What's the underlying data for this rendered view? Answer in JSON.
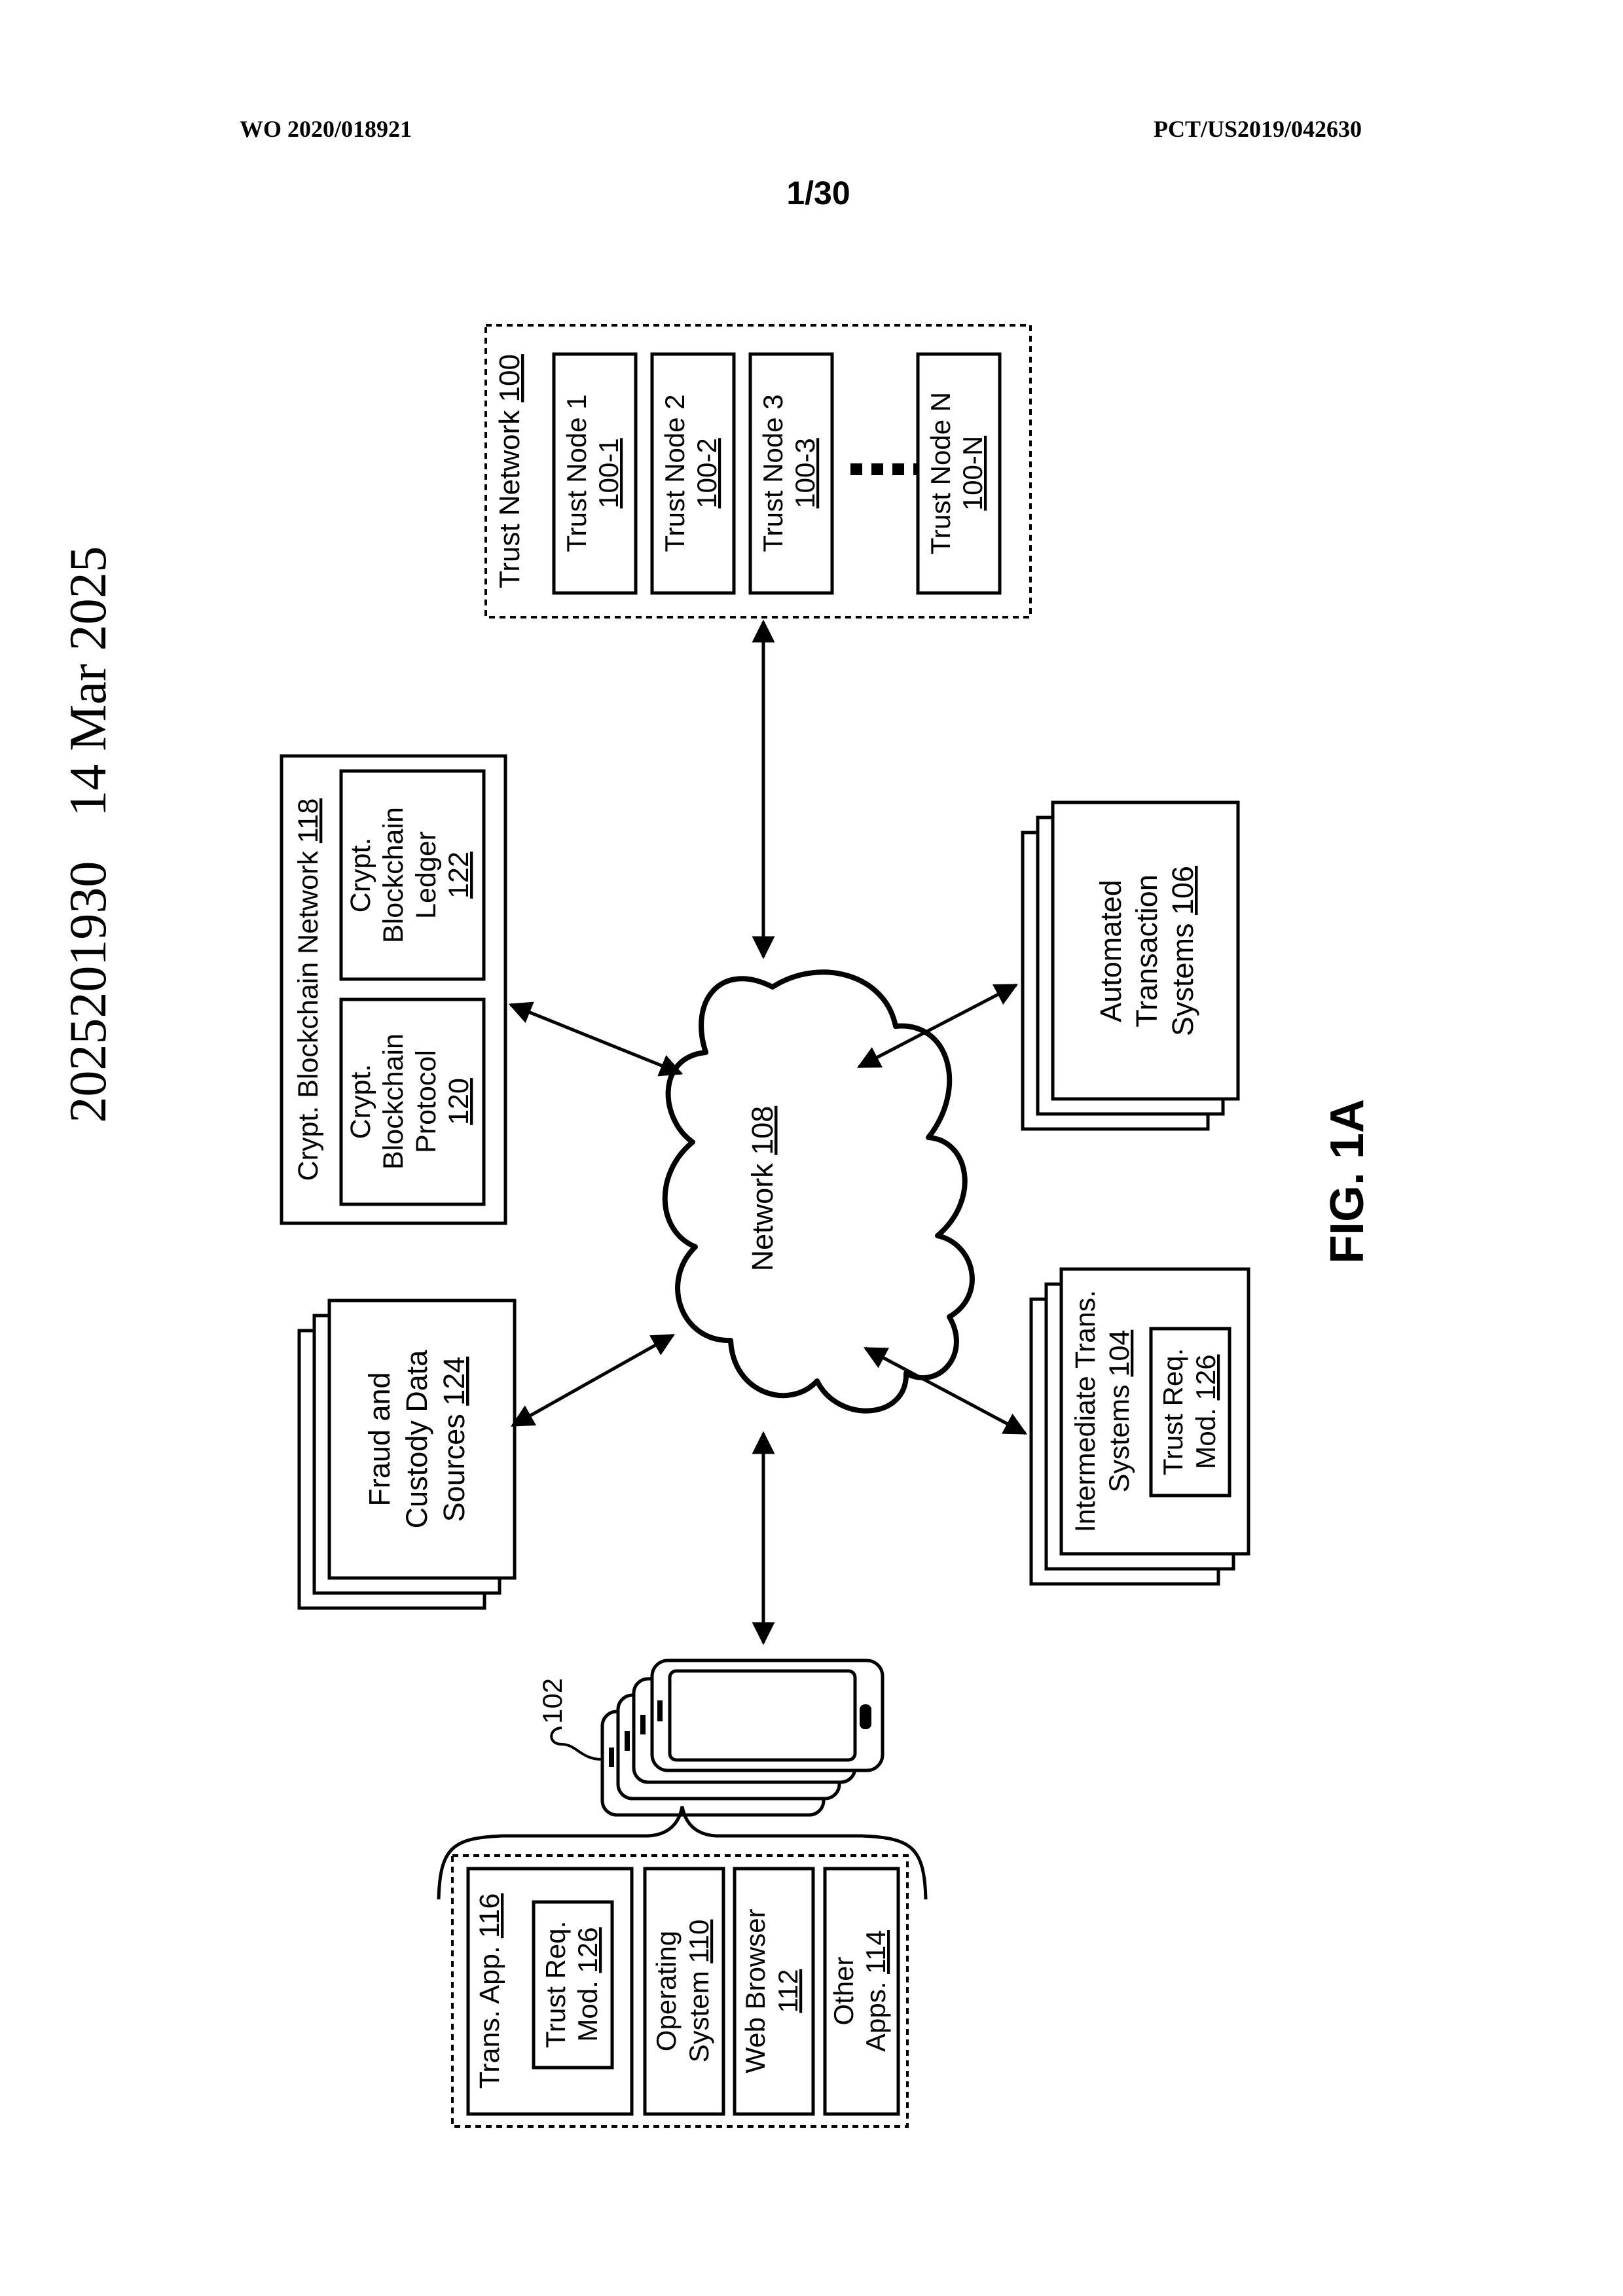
{
  "header": {
    "publication_number": "WO 2020/018921",
    "application_number": "PCT/US2019/042630",
    "sheet": "1/30"
  },
  "side_stamp": {
    "doc_number": "2025201930",
    "date": "14 Mar 2025"
  },
  "figure": {
    "label": "FIG. 1A",
    "network": {
      "name": "Network",
      "ref": "108"
    },
    "trust_network": {
      "name": "Trust Network",
      "ref": "100",
      "nodes": [
        {
          "name": "Trust Node 1",
          "ref": "100-1"
        },
        {
          "name": "Trust Node 2",
          "ref": "100-2"
        },
        {
          "name": "Trust Node 3",
          "ref": "100-3"
        },
        {
          "name": "Trust Node N",
          "ref": "100-N"
        }
      ]
    },
    "blockchain": {
      "name": "Crypt. Blockchain Network",
      "ref": "118",
      "protocol": {
        "line1": "Crypt.",
        "line2": "Blockchain",
        "line3": "Protocol",
        "ref": "120"
      },
      "ledger": {
        "line1": "Crypt.",
        "line2": "Blockchain",
        "line3": "Ledger",
        "ref": "122"
      }
    },
    "fraud": {
      "line1": "Fraud and",
      "line2": "Custody Data",
      "line3": "Sources",
      "ref": "124"
    },
    "automated": {
      "line1": "Automated",
      "line2": "Transaction",
      "line3": "Systems",
      "ref": "106"
    },
    "intermediate": {
      "line1": "Intermediate Trans.",
      "line2": "Systems",
      "ref": "104",
      "module": {
        "line1": "Trust Req.",
        "line2": "Mod.",
        "ref": "126"
      }
    },
    "device": {
      "ref": "102"
    },
    "device_stack": {
      "trans_app": {
        "name": "Trans. App.",
        "ref": "116",
        "module": {
          "line1": "Trust Req.",
          "line2": "Mod.",
          "ref": "126"
        }
      },
      "os": {
        "line1": "Operating",
        "line2": "System",
        "ref": "110"
      },
      "browser": {
        "line1": "Web Browser",
        "ref": "112"
      },
      "other": {
        "line1": "Other",
        "line2": "Apps.",
        "ref": "114"
      }
    }
  }
}
